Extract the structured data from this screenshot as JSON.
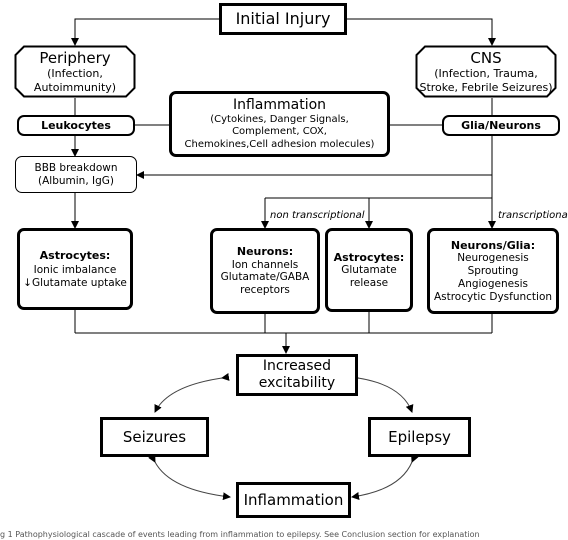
{
  "initial_injury": "Initial Injury",
  "periphery": {
    "title": "Periphery",
    "detail1": "(Infection,",
    "detail2": "Autoimmunity)"
  },
  "cns": {
    "title": "CNS",
    "detail1": "(Infection, Trauma,",
    "detail2": "Stroke, Febrile Seizures)"
  },
  "leukocytes": "Leukocytes",
  "glia_neurons": "Glia/Neurons",
  "inflammation_box": {
    "title": "Inflammation",
    "line1": "(Cytokines, Danger Signals,",
    "line2": "Complement, COX,",
    "line3": "Chemokines,Cell adhesion molecules)"
  },
  "bbb": {
    "line1": "BBB breakdown",
    "line2": "(Albumin, IgG)"
  },
  "label_non_transcriptional": "non transcriptional",
  "label_transcriptional": "transcriptional",
  "astro_left": {
    "title": "Astrocytes:",
    "line1": "Ionic imbalance",
    "line2": "Glutamate uptake",
    "arrow": "↓"
  },
  "neurons_box": {
    "title": "Neurons:",
    "line1": "Ion channels",
    "line2": "Glutamate/GABA",
    "line3": "receptors"
  },
  "astro_mid": {
    "title": "Astrocytes:",
    "line1": "Glutamate",
    "line2": "release"
  },
  "neuroglia": {
    "title": "Neurons/Glia:",
    "line1": "Neurogenesis",
    "line2": "Sprouting",
    "line3": "Angiogenesis",
    "line4": "Astrocytic Dysfunction"
  },
  "excitability": {
    "line1": "Increased",
    "line2": "excitability"
  },
  "seizures": "Seizures",
  "epilepsy": "Epilepsy",
  "inflammation_bottom": "Inflammation",
  "caption": "g 1 Pathophysiological cascade of events leading from inflammation to epilepsy. See Conclusion section for explanation"
}
